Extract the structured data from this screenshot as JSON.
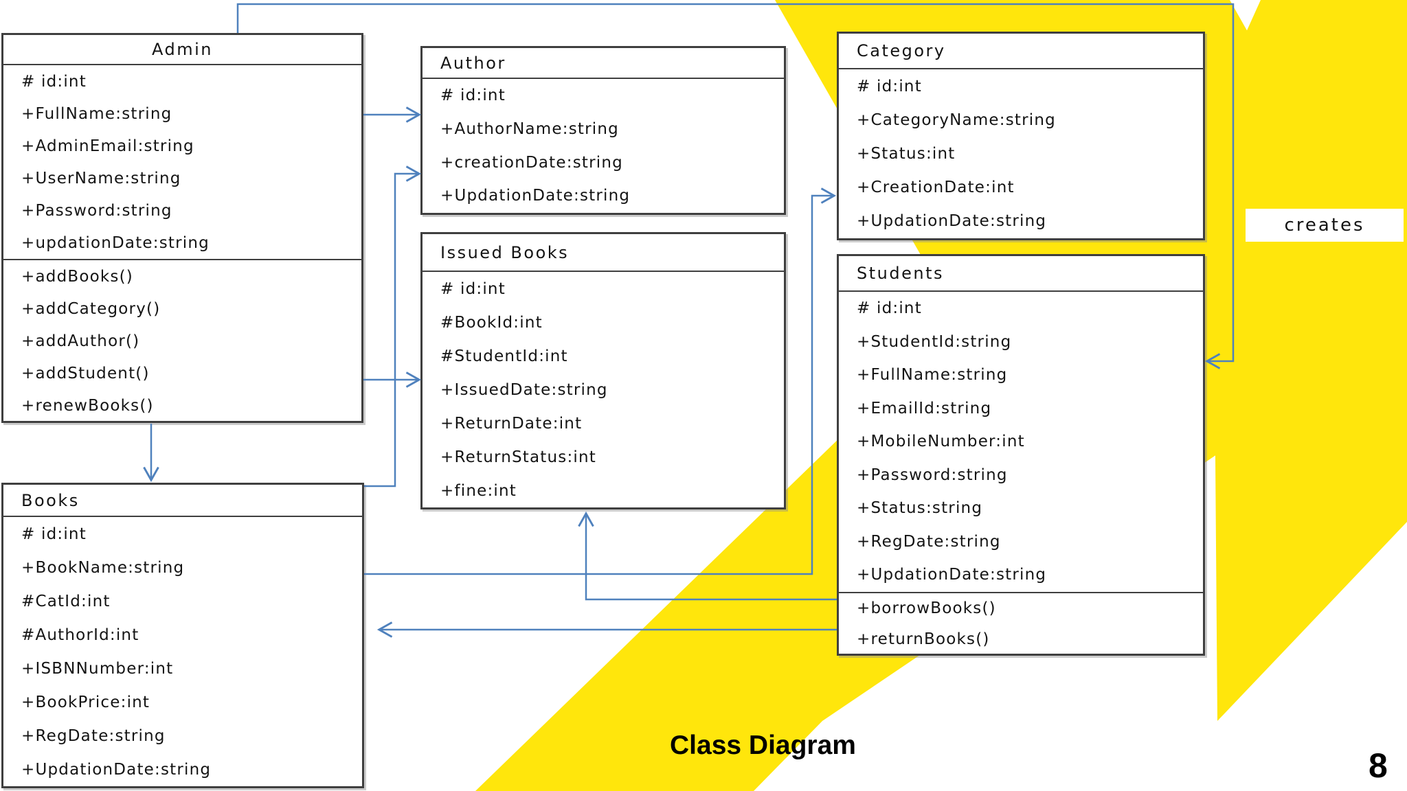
{
  "page": {
    "title": "Class Diagram",
    "number": "8"
  },
  "labels": {
    "creates": "creates"
  },
  "colors": {
    "connector_blue": "#4F81BD",
    "band_yellow": "#FFE60C",
    "box_border": "#3f3f3f",
    "background": "#ffffff"
  },
  "classes": {
    "admin": {
      "name": "Admin",
      "attributes": [
        "# id:int",
        "+FullName:string",
        "+AdminEmail:string",
        "+UserName:string",
        "+Password:string",
        "+updationDate:string"
      ],
      "methods": [
        "+addBooks()",
        "+addCategory()",
        "+addAuthor()",
        "+addStudent()",
        "+renewBooks()"
      ]
    },
    "author": {
      "name": "Author",
      "attributes": [
        "# id:int",
        "+AuthorName:string",
        "+creationDate:string",
        "+UpdationDate:string"
      ],
      "methods": []
    },
    "issued_books": {
      "name": "Issued Books",
      "attributes": [
        "# id:int",
        "#BookId:int",
        "#StudentId:int",
        "+IssuedDate:string",
        "+ReturnDate:int",
        "+ReturnStatus:int",
        "+fine:int"
      ],
      "methods": []
    },
    "category": {
      "name": "Category",
      "attributes": [
        "# id:int",
        "+CategoryName:string",
        "+Status:int",
        "+CreationDate:int",
        "+UpdationDate:string"
      ],
      "methods": []
    },
    "students": {
      "name": "Students",
      "attributes": [
        "# id:int",
        "+StudentId:string",
        "+FullName:string",
        "+EmailId:string",
        "+MobileNumber:int",
        "+Password:string",
        "+Status:string",
        "+RegDate:string",
        "+UpdationDate:string"
      ],
      "methods": [
        "+borrowBooks()",
        "+returnBooks()"
      ]
    },
    "books": {
      "name": "Books",
      "attributes": [
        "# id:int",
        "+BookName:string",
        "#CatId:int",
        "#AuthorId:int",
        "+ISBNNumber:int",
        "+BookPrice:int",
        "+RegDate:string",
        "+UpdationDate:string"
      ],
      "methods": []
    }
  },
  "relations": [
    {
      "from": "Admin",
      "to": "Students",
      "label": "creates"
    },
    {
      "from": "Admin",
      "to": "Author"
    },
    {
      "from": "Admin",
      "to": "Issued Books"
    },
    {
      "from": "Admin",
      "to": "Books"
    },
    {
      "from": "Books",
      "to": "Author"
    },
    {
      "from": "Books",
      "to": "Category"
    },
    {
      "from": "Students",
      "to": "Issued Books"
    },
    {
      "from": "Students",
      "to": "Books"
    }
  ]
}
